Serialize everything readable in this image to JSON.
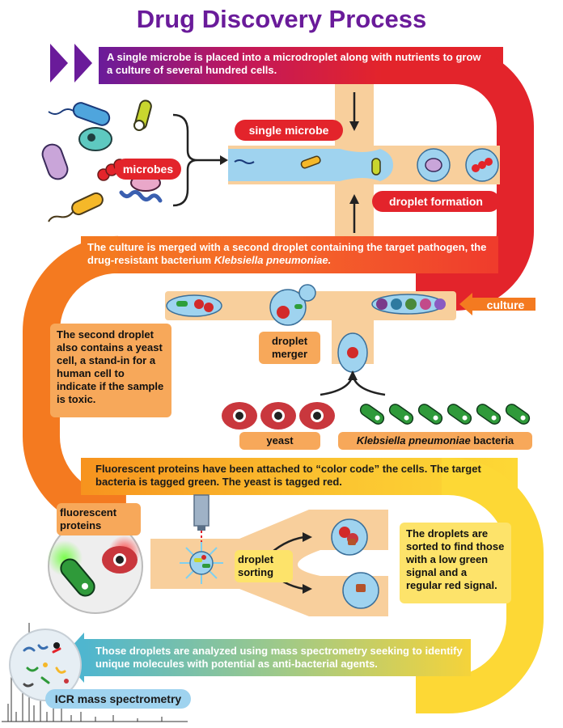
{
  "title": "Drug Discovery Process",
  "steps": {
    "step1": "A single microbe is placed into a microdroplet along with nutrients to grow a culture of several hundred cells.",
    "step2_prefix": "The culture is merged with a second droplet containing the target pathogen, the drug-resistant bacterium ",
    "step2_italic": "Klebsiella pneumoniae.",
    "step2_box": "The second droplet also contains a yeast cell, a stand-in for a human cell to indicate if the sample is toxic.",
    "step3": "Fluorescent proteins have been attached to “color code” the cells. The target bacteria is tagged green. The yeast is tagged red.",
    "step3_box": "The droplets are sorted to find those with a low green signal and a regular red signal.",
    "step4": "Those droplets are analyzed using mass spectrometry seeking to identify unique molecules with potential as anti-bacterial agents."
  },
  "labels": {
    "microbes": "microbes",
    "single_microbe": "single microbe",
    "droplet_formation": "droplet formation",
    "culture": "culture",
    "droplet_merger": "droplet merger",
    "yeast": "yeast",
    "klebsiella": "Klebsiella pneumoniae",
    "bacteria": " bacteria",
    "fluorescent_proteins": "fluorescent proteins",
    "droplet_sorting": "droplet sorting",
    "icr": "ICR mass spectrometry"
  },
  "colors": {
    "purple": "#6a1b9a",
    "red": "#e3242b",
    "orange": "#f47a20",
    "yellow": "#fdd835",
    "teal": "#4fb6cf",
    "channel": "#f8cf9c",
    "droplet": "#9fd3ef"
  }
}
